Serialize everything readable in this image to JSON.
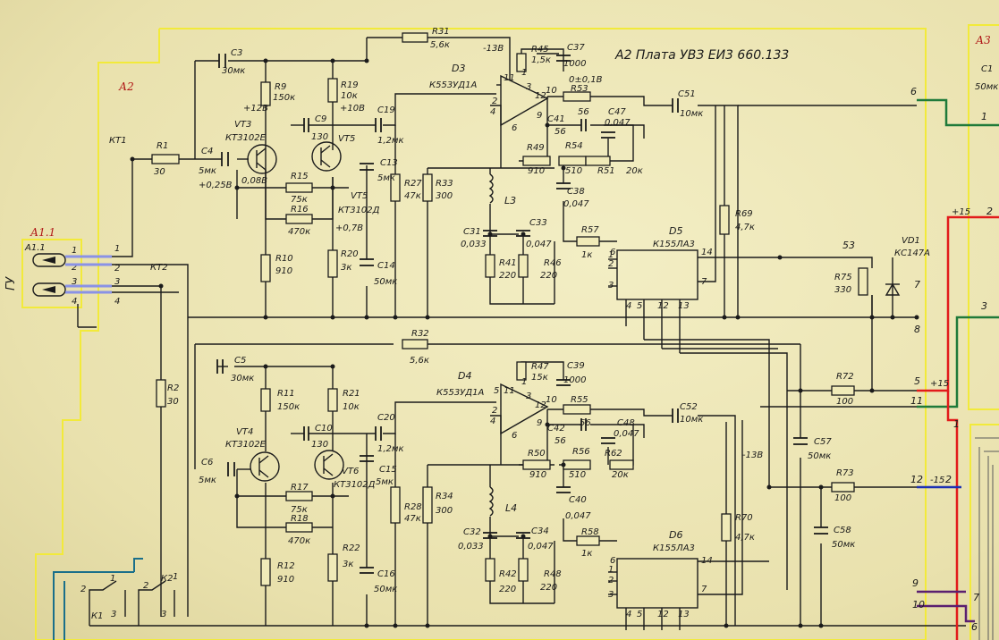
{
  "board": {
    "title": "А2 Плата УВЗ  ЕИ3 660.133",
    "block_a2": "А2",
    "block_a3": "А3",
    "block_a11": "А1.1",
    "gu": "ГУ",
    "a11_pin": "А1.1"
  },
  "contacts": {
    "left": [
      "1",
      "2",
      "3",
      "4"
    ],
    "a11_left": [
      "1",
      "2",
      "3",
      "4"
    ],
    "right_top": "6",
    "right_7": "7",
    "right_8": "8",
    "right_5": "5",
    "right_11": "11",
    "right_12": "12",
    "right_9": "9",
    "right_10": "10",
    "a3_1": "1",
    "a3_2": "2",
    "a3_3": "3",
    "a3b_1": "1",
    "a3b_2": "2",
    "a3b_7": "7",
    "a3b_6": "6"
  },
  "a3": {
    "c1": "С1",
    "c1v": "50мк",
    "plus15": "+15",
    "plus15b": "+15",
    "plus15c": "-15"
  },
  "labels": {
    "kt1": "КТ1",
    "kt2": "КТ2",
    "r1": "R1",
    "r1v": "30",
    "r2": "R2",
    "r2v": "30",
    "c3": "С3",
    "c3v": "30мк",
    "r9": "R9",
    "r9v": "150к",
    "r19": "R19",
    "r19v": "10к",
    "v12": "+12В",
    "v10": "+10В",
    "vt3": "VT3",
    "vt3t": "КТ3102Е",
    "vt5": "VT5",
    "vt5t": "КТ3102Д",
    "c4": "С4",
    "c4v": "5мк",
    "v025": "+0,25В",
    "v008": "0,08В",
    "c9": "С9",
    "c9v": "130",
    "c19": "С19",
    "c19v": "1,2мк",
    "c13": "С13",
    "c13v": "5мк",
    "r15": "R15",
    "r15v": "75к",
    "r16": "R16",
    "r16v": "470к",
    "v07": "+0,7В",
    "r10": "R10",
    "r10v": "910",
    "r20": "R20",
    "r20v": "3к",
    "c14": "С14",
    "c14v": "50мк",
    "r27": "R27",
    "r27v": "47к",
    "r33": "R33",
    "r33v": "300",
    "r31": "R31",
    "r31v": "5,6к",
    "m13": "-13В",
    "d3": "D3",
    "d3t": "К553УД1А",
    "r45": "R45",
    "r45v": "1,5к",
    "c37": "С37",
    "c37v": "1000",
    "v0": "0±0,1В",
    "r53": "R53",
    "r53v": "56",
    "c41": "С41",
    "c41v": "56",
    "c47": "С47",
    "c47v": "0,047",
    "c51": "С51",
    "c51v": "10мк",
    "r49": "R49",
    "r49v": "910",
    "r54": "R54",
    "r54v": "510",
    "r51": "R51",
    "r51v": "20к",
    "l3": "L3",
    "c38": "С38",
    "c38v": "0,047",
    "c31": "С31",
    "c31v": "0,033",
    "c33": "С33",
    "c33v": "0,047",
    "r57": "R57",
    "r57v": "1к",
    "d5": "D5",
    "d5t": "К155ЛА3",
    "r41": "R41",
    "r41v": "220",
    "r46": "R46",
    "r46v": "220",
    "r69": "R69",
    "r69v": "4,7к",
    "s3": "53",
    "vd1": "VD1",
    "vd1t": "КС147А",
    "r75": "R75",
    "r75v": "330",
    "r32": "R32",
    "r32v": "5,6к",
    "c5": "С5",
    "c5v": "30мк",
    "r11": "R11",
    "r11v": "150к",
    "r21": "R21",
    "r21v": "10к",
    "c20": "С20",
    "c20v": "1,2мк",
    "vt4": "VT4",
    "vt4t": "КТ3102Е",
    "c10": "С10",
    "c10v": "130",
    "vt6": "VT6",
    "vt6t": "КТ3102Д",
    "c15": "С15",
    "c15v": "5мк",
    "c6": "С6",
    "c6v": "5мк",
    "r17": "R17",
    "r17v": "75к",
    "r18": "R18",
    "r18v": "470к",
    "r12": "R12",
    "r12v": "910",
    "r22": "R22",
    "r22v": "3к",
    "c16": "С16",
    "c16v": "50мк",
    "r28": "R28",
    "r28v": "47к",
    "r34": "R34",
    "r34v": "300",
    "d4": "D4",
    "d4t": "К553УД1А",
    "r47": "R47",
    "r47v": "15к",
    "c39": "С39",
    "c39v": "1000",
    "r55": "R55",
    "r55v": "56",
    "c42": "С42",
    "c42v": "56",
    "c48": "С48",
    "c48v": "0,047",
    "c52": "С52",
    "c52v": "10мк",
    "r50": "R50",
    "r50v": "910",
    "r56": "R56",
    "r56v": "510",
    "r62": "R62",
    "r62v": "20к",
    "l4": "L4",
    "c40": "С40",
    "c40v": "0,047",
    "c32": "С32",
    "c32v": "0,033",
    "c34": "С34",
    "c34v": "0,047",
    "r58": "R58",
    "r58v": "1к",
    "d6": "D6",
    "d6t": "К155ЛА3",
    "r42": "R42",
    "r42v": "220",
    "r48": "R48",
    "r48v": "220",
    "r70": "R70",
    "r70v": "4,7к",
    "c57": "С57",
    "c57v": "50мк",
    "r72": "R72",
    "r72v": "100",
    "r73": "R73",
    "r73v": "100",
    "c58": "С58",
    "c58v": "50мк",
    "m13b": "-13В",
    "k1": "К1",
    "k2": "К2",
    "k1p": [
      "2",
      "1",
      "3"
    ],
    "k2p": [
      "2",
      "1",
      "3"
    ]
  },
  "pins_d5": [
    "1",
    "2",
    "3",
    "6",
    "14",
    "7",
    "4",
    "5",
    "12",
    "13"
  ],
  "pins_d6": [
    "1",
    "2",
    "3",
    "6",
    "14",
    "7",
    "4",
    "5",
    "12",
    "13"
  ],
  "pins_d3": [
    "11",
    "3",
    "2",
    "1",
    "4",
    "6",
    "12",
    "10",
    "9"
  ],
  "pins_d4": [
    "11",
    "3",
    "2",
    "1",
    "4",
    "6",
    "12",
    "10",
    "9",
    "5"
  ],
  "colors": {
    "paper": "#efe9bb",
    "ink": "#1b1b1b",
    "board_outline": "#f2ea3a",
    "a11_outline": "#f2ea3a",
    "wire_green": "#1f7a3a",
    "wire_red": "#e21b1b",
    "wire_blue": "#1b2fb5",
    "wire_purple": "#5a1f70",
    "wire_teal": "#1a6f8a",
    "conn_blue": "#8a92e6"
  }
}
